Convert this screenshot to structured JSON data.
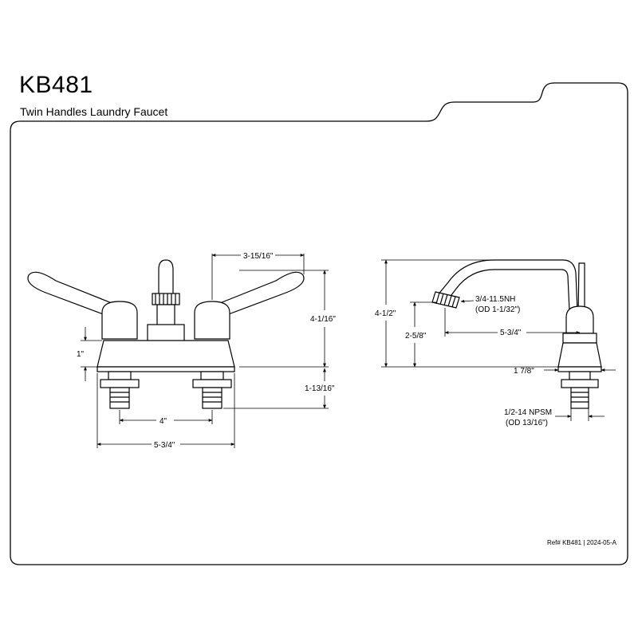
{
  "header": {
    "model": "KB481",
    "subtitle": "Twin Handles Laundry Faucet"
  },
  "front_view": {
    "dims": {
      "spout_offset": "3-15/16\"",
      "overall_height": "4-1/16\"",
      "deck_height": "1\"",
      "shank_length": "1-13/16\"",
      "center_spread": "4\"",
      "base_width": "5-3/4\""
    }
  },
  "side_view": {
    "dims": {
      "overall_height": "4-1/2\"",
      "outlet_thread": "3/4-11.5NH",
      "outlet_od": "(OD 1-1/32\")",
      "spout_reach": "5-3/4\"",
      "spout_height": "2-5/8\"",
      "base_depth": "1 7/8\"",
      "inlet_thread": "1/2-14 NPSM",
      "inlet_od": "(OD 13/16\")"
    }
  },
  "footer": {
    "ref_label": "Ref# KB481",
    "separator": "|",
    "revision": "2024-05-A"
  }
}
